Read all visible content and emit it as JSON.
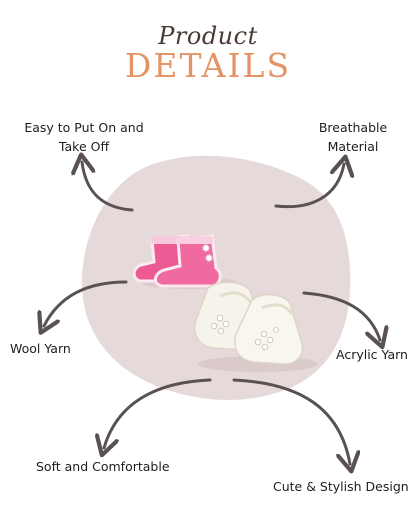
{
  "header": {
    "script_title": "Product",
    "main_title": "DETAILS"
  },
  "features": {
    "easy_line1": "Easy to Put On and",
    "easy_line2": "Take Off",
    "breathable_line1": "Breathable",
    "breathable_line2": "Material",
    "wool": "Wool Yarn",
    "acrylic": "Acrylic Yarn",
    "soft": "Soft and Comfortable",
    "cute": "Cute & Stylish Design"
  },
  "colors": {
    "blob": "#e6d9d9",
    "accent": "#e49464",
    "arrow": "#5a5252",
    "pink_bootie": "#ee5e96",
    "white_bootie": "#f6f3ea"
  },
  "icons": [
    "curved-arrow-icon",
    "pink-bootie-image",
    "white-bootie-image"
  ]
}
